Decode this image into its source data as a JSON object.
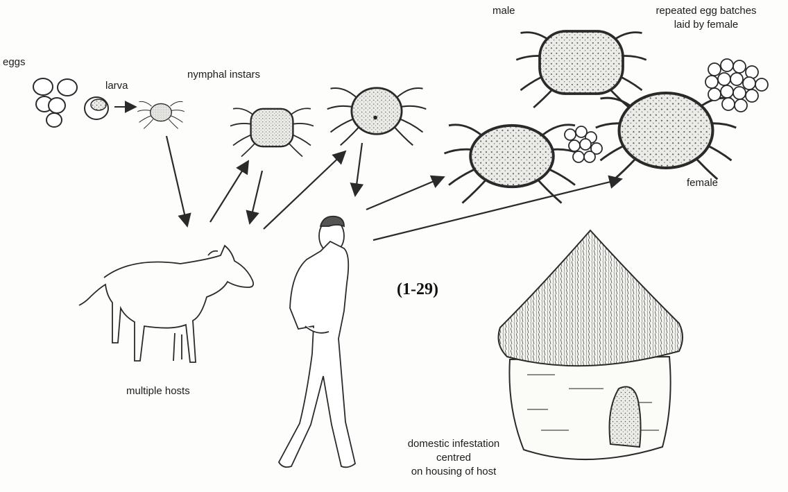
{
  "labels": {
    "eggs": "eggs",
    "larva": "larva",
    "nymphal": "nymphal instars",
    "male": "male",
    "egg_batches_1": "repeated egg batches",
    "egg_batches_2": "laid by female",
    "female": "female",
    "hosts": "multiple hosts",
    "domestic_1": "domestic infestation",
    "domestic_2": "centred",
    "domestic_3": "on housing of host"
  },
  "figure_number": "(1-29)",
  "icons": {
    "eggs": "egg-cluster-icon",
    "larva": "tick-larva-icon",
    "nymph": "tick-nymph-icon",
    "adult_male": "tick-male-icon",
    "adult_female": "tick-female-icon",
    "goat": "goat-host-icon",
    "human": "human-host-icon",
    "hut": "thatched-hut-icon"
  },
  "colors": {
    "ink": "#1c1c1c",
    "stipple": "#e4e4e0",
    "paper": "#fdfdfc"
  }
}
